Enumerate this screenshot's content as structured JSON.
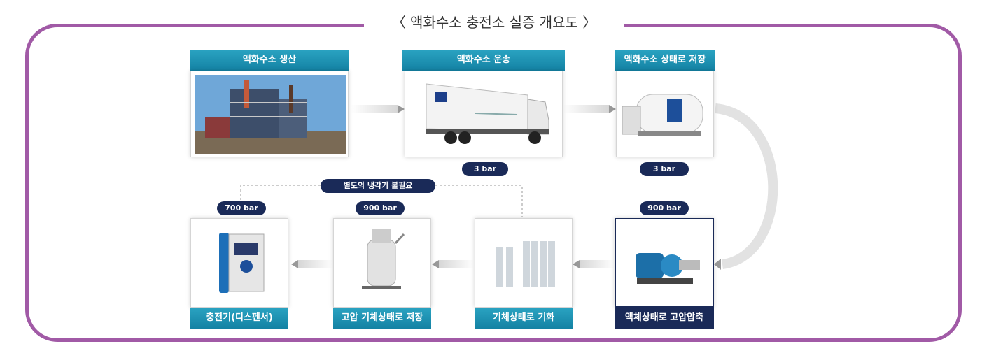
{
  "title": "〈 액화수소 충전소 실증 개요도 〉",
  "steps": [
    {
      "label": "액화수소 생산"
    },
    {
      "label": "액화수소 운송",
      "pressure": "3 bar"
    },
    {
      "label": "액화수소 상태로 저장",
      "pressure": "3 bar"
    },
    {
      "label": "액체상태로 고압압축",
      "pressure": "900 bar"
    },
    {
      "label": "기체상태로 기화"
    },
    {
      "label": "고압 기체상태로 저장",
      "pressure": "900 bar"
    },
    {
      "label": "충전기(디스펜서)",
      "pressure": "700 bar"
    }
  ],
  "note": "별도의 냉각기 불필요",
  "colors": {
    "frame": "#a15aa6",
    "header": "#1c91b3",
    "pill": "#1a2a58"
  }
}
